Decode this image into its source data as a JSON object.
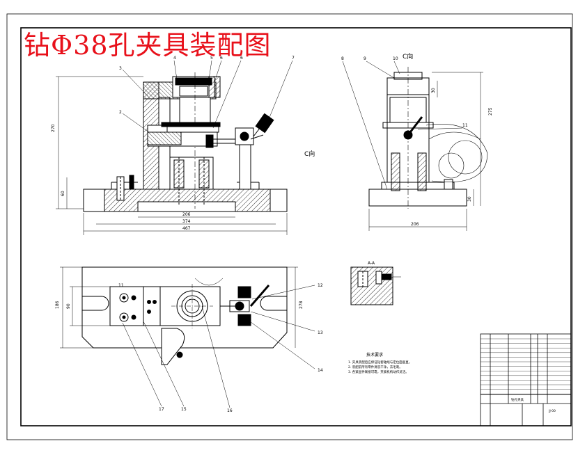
{
  "title": "钻Φ38孔夹具装配图",
  "view_labels": {
    "c_view_top": "C向",
    "c_view_arrow": "C向",
    "section": "A-A"
  },
  "part_callouts": {
    "front": [
      "3",
      "2",
      "4",
      "5",
      "6",
      "6",
      "7"
    ],
    "side": [
      "8",
      "9",
      "10",
      "11"
    ],
    "plan": [
      "12",
      "13",
      "14",
      "15",
      "16",
      "17",
      "11"
    ]
  },
  "dimensions": {
    "front_overall_height": "270",
    "front_base_height": "60",
    "front_width_inner": "206",
    "front_width_mid": "374",
    "front_width_total": "467",
    "side_height": "275",
    "side_top": "30",
    "side_base": "30",
    "side_width": "206",
    "plan_height_inner": "90",
    "plan_height_outer": "186",
    "plan_depth": "278"
  },
  "tech_requirements": {
    "heading": "技术要求",
    "lines": [
      "1. 夹具装配后应保证钻套轴线与定位面垂直。",
      "2. 装配前所有零件清洗干净，去毛刺。",
      "3. 各紧固件联接可靠，夹紧机构动作灵活。"
    ]
  },
  "title_block": {
    "drawing_name": "钻孔夹具",
    "drawing_code": "JJ-00"
  },
  "colors": {
    "title": "#e8101a",
    "line": "#000000",
    "hatch": "#000000",
    "paper": "#ffffff"
  }
}
